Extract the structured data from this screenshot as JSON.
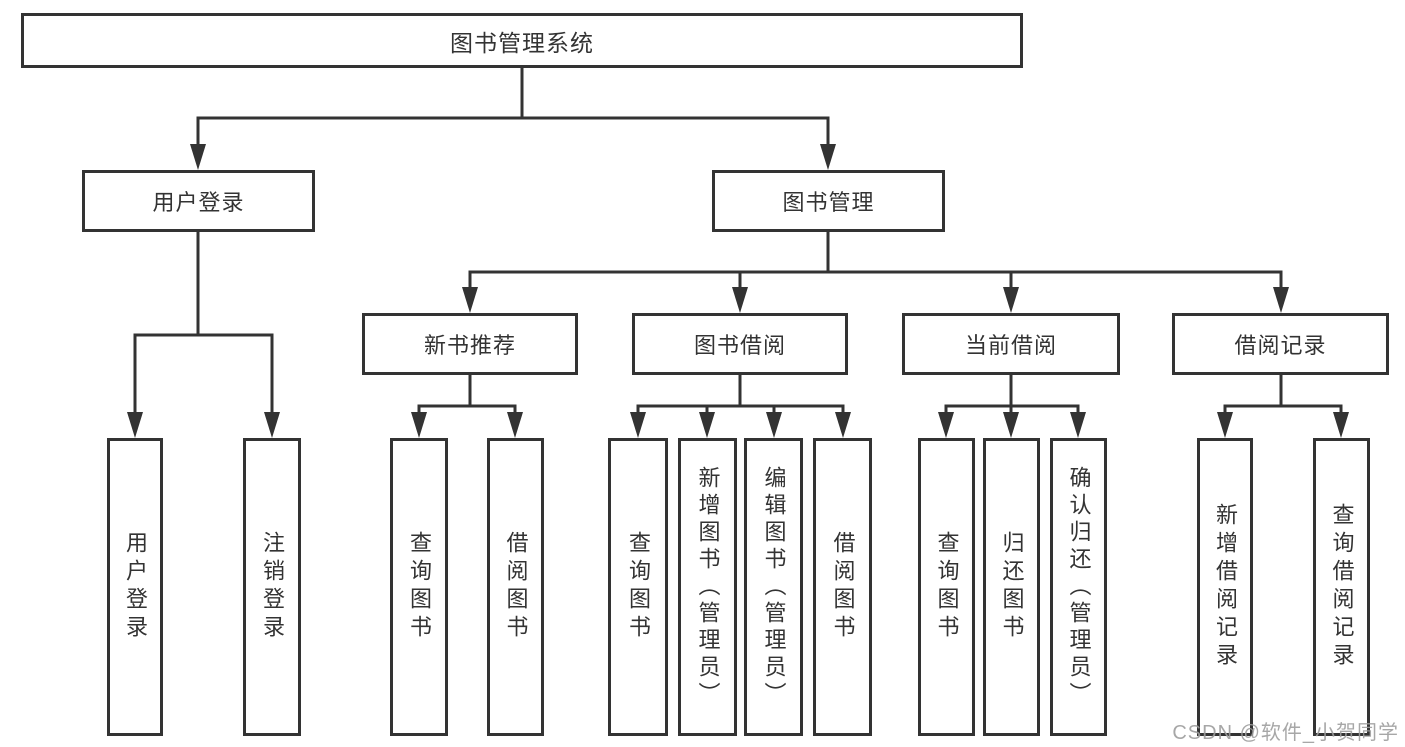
{
  "colors": {
    "line": "#333333",
    "box_border": "#333333",
    "text": "#333333",
    "background": "#ffffff",
    "watermark": "#9e9e9e"
  },
  "diagram": {
    "type": "hierarchy-tree",
    "root": {
      "label": "图书管理系统"
    },
    "level2": [
      {
        "label": "用户登录"
      },
      {
        "label": "图书管理"
      }
    ],
    "level3": [
      {
        "label": "新书推荐"
      },
      {
        "label": "图书借阅"
      },
      {
        "label": "当前借阅"
      },
      {
        "label": "借阅记录"
      }
    ],
    "leaves": [
      {
        "label": "用户登录",
        "parent": "用户登录"
      },
      {
        "label": "注销登录",
        "parent": "用户登录"
      },
      {
        "label": "查询图书",
        "parent": "新书推荐"
      },
      {
        "label": "借阅图书",
        "parent": "新书推荐"
      },
      {
        "label": "查询图书",
        "parent": "图书借阅"
      },
      {
        "label": "新增图书（管理员）",
        "parent": "图书借阅"
      },
      {
        "label": "编辑图书（管理员）",
        "parent": "图书借阅"
      },
      {
        "label": "借阅图书",
        "parent": "图书借阅"
      },
      {
        "label": "查询图书",
        "parent": "当前借阅"
      },
      {
        "label": "归还图书",
        "parent": "当前借阅"
      },
      {
        "label": "确认归还（管理员）",
        "parent": "当前借阅"
      },
      {
        "label": "新增借阅记录",
        "parent": "借阅记录"
      },
      {
        "label": "查询借阅记录",
        "parent": "借阅记录"
      }
    ]
  },
  "watermark": {
    "text": "CSDN @软件_小贺同学"
  }
}
